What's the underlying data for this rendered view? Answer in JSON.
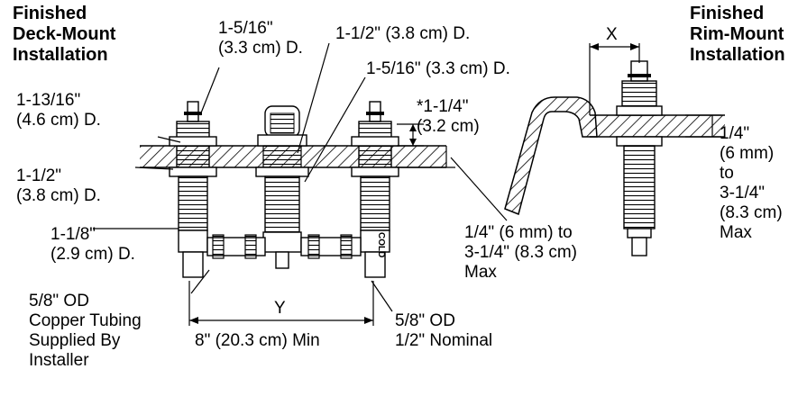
{
  "titles": {
    "deck": [
      "Finished",
      "Deck-Mount",
      "Installation"
    ],
    "rim": [
      "Finished",
      "Rim-Mount",
      "Installation"
    ]
  },
  "labels": {
    "spout_body": [
      "1-5/16\"",
      "(3.3 cm) D."
    ],
    "spout_outer": "1-1/2\" (3.8 cm) D.",
    "handle_body": "1-5/16\" (3.3 cm) D.",
    "nut_top": [
      "1-13/16\"",
      "(4.6 cm) D."
    ],
    "thickness_star": [
      "*1-1/4\"",
      "(3.2 cm)"
    ],
    "nut_bottom": [
      "1-1/2\"",
      "(3.8 cm) D."
    ],
    "shank": [
      "1-1/8\"",
      "(2.9 cm) D."
    ],
    "deck_range": [
      "1/4\" (6 mm) to",
      "3-1/4\" (8.3 cm)",
      "Max"
    ],
    "rim_range": [
      "1/4\"",
      "(6 mm)",
      "to",
      "3-1/4\"",
      "(8.3 cm)",
      "Max"
    ],
    "tubing_left": [
      "5/8\" OD",
      "Copper Tubing",
      "Supplied By",
      "Installer"
    ],
    "tubing_right": [
      "5/8\" OD",
      "1/2\" Nominal"
    ],
    "y_dim": "Y",
    "spacing": "8\" (20.3 cm) Min",
    "x_dim": "X",
    "cold_mark": "COLD"
  }
}
